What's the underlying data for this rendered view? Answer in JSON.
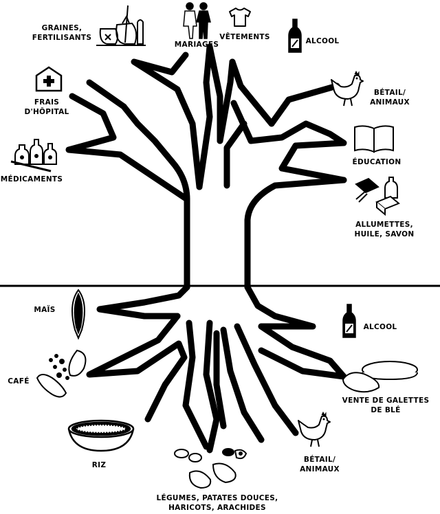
{
  "diagram": {
    "labels": {
      "seeds_fertilizer": "GRAINES,\nFERTILISANTS",
      "weddings": "MARIAGES",
      "clothing": "VÊTEMENTS",
      "alcohol_top": "ALCOOL",
      "hospital_fees": "FRAIS\nD'HÔPITAL",
      "livestock_top": "BÉTAIL/\nANIMAUX",
      "education": "ÉDUCATION",
      "medicines": "MÉDICAMENTS",
      "matches_oil_soap": "ALLUMETTES,\nHUILE, SAVON",
      "maize": "MAÏS",
      "alcohol_bottom": "ALCOOL",
      "coffee": "CAFÉ",
      "wheat_cakes": "VENTE DE GALETTES\nDE BLÉ",
      "rice": "RIZ",
      "livestock_bottom": "BÉTAIL/\nANIMAUX",
      "vegetables": "LÉGUMES, PATATES DOUCES,\nHARICOTS, ARACHIDES"
    },
    "icons": {
      "seeds_fertilizer": "seed-sacks-icon",
      "weddings": "couple-icon",
      "clothing": "shirt-icon",
      "alcohol": "bottle-icon",
      "hospital": "hospital-icon",
      "livestock": "chicken-icon",
      "education": "book-icon",
      "medicines": "medicine-icon",
      "household": "matches-oil-soap-icon",
      "maize": "maize-icon",
      "wheat_cakes": "flatbread-icon",
      "coffee": "coffee-icon",
      "rice": "rice-basket-icon",
      "vegetables": "vegetables-icon"
    },
    "colors": {
      "ink": "#000000",
      "background": "#ffffff"
    }
  }
}
